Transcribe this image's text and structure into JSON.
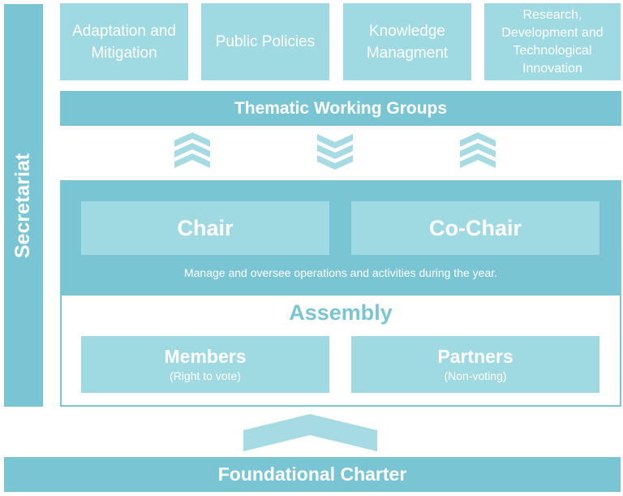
{
  "secretariat": "Secretariat",
  "groups": [
    {
      "label": "Adaptation and Mitigation"
    },
    {
      "label": "Public Policies"
    },
    {
      "label": "Knowledge Managment"
    },
    {
      "label": "Research, Development and Technological Innovation"
    }
  ],
  "thematic": "Thematic Working Groups",
  "leadership": {
    "chair": "Chair",
    "cochair": "Co-Chair",
    "description": "Manage and oversee operations and activities during the year."
  },
  "assembly": {
    "title": "Assembly",
    "members": {
      "title": "Members",
      "note": "(Right to vote)"
    },
    "partners": {
      "title": "Partners",
      "note": "(Non-voting)"
    }
  },
  "charter": "Foundational Charter",
  "colors": {
    "light": "#9fd9e1",
    "mid": "#79c5d3",
    "chevron": "#a6dbe3"
  },
  "icons": [
    "chevron-up-icon",
    "chevron-down-icon",
    "chevron-up-icon",
    "arrow-up-icon"
  ]
}
